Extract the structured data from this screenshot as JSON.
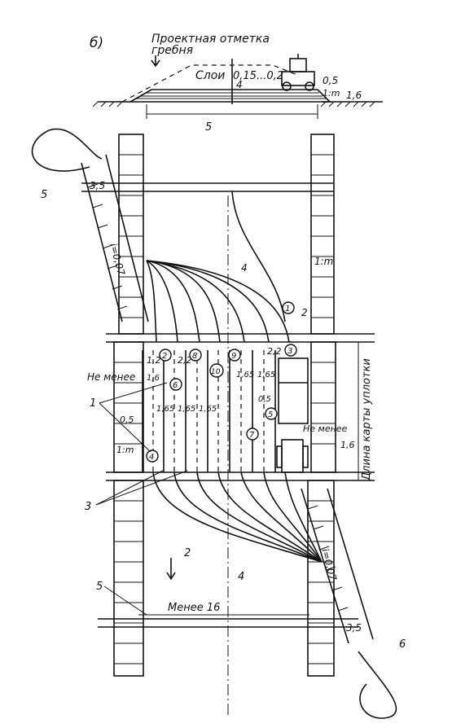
{
  "panel_label": "б)",
  "section": {
    "title_line1": "Проектная отметка",
    "title_line2": "гребня",
    "layers_label": "Слои",
    "layer_thickness": "0,15...0,2",
    "pos4": "4",
    "dim_05": "0,5",
    "slope": "1:m",
    "dim_16": "1,6",
    "dim_5": "5"
  },
  "plan": {
    "dim_35_top": "3,5",
    "pos5_top": "5",
    "incline_top": "i=0,07",
    "slope_right": "1:m",
    "pos4_top": "4",
    "dim_2": "2",
    "dim_12": "1,2",
    "dim_22a": "2,2",
    "dim_22b": "2,2",
    "dim_165_a": "1,65",
    "dim_165_b": "1,65",
    "dim_165_c": "1,65",
    "dim_165_d": "1,65",
    "dim_165_e": "1,65",
    "dim_05_mid": "0,5",
    "dim_05_left": "0,5",
    "dim_16_left": "1,6",
    "not_less_left": "Не менее",
    "not_less_right": "Не менее",
    "dim_16_right": "1,6",
    "slope_left": "1:m",
    "map_length": "Длина карты уплотки",
    "pos1": "1",
    "pos3": "3",
    "pos2_bottom": "2",
    "pos4_bottom": "4",
    "pos5_bottom": "5",
    "less_16": "Менее 16",
    "incline_bottom": "i=0,07",
    "dim_35_bottom": "3,5",
    "pos6_bottom": "6",
    "circled": [
      "1",
      "2",
      "3",
      "4",
      "5",
      "6",
      "7",
      "8",
      "9",
      "10"
    ]
  }
}
